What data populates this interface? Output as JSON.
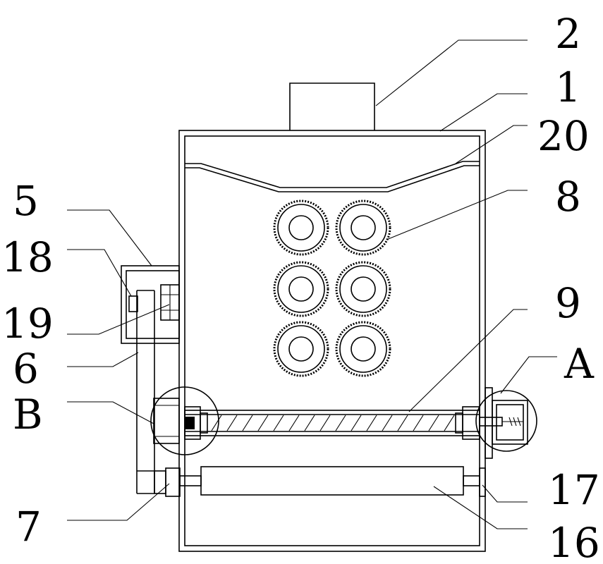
{
  "labels": {
    "l2": "2",
    "l1": "1",
    "l20": "20",
    "l8": "8",
    "l5": "5",
    "l18": "18",
    "l19": "19",
    "l6": "6",
    "l9": "9",
    "lA": "A",
    "lB": "B",
    "l17": "17",
    "l7": "7",
    "l16": "16"
  }
}
